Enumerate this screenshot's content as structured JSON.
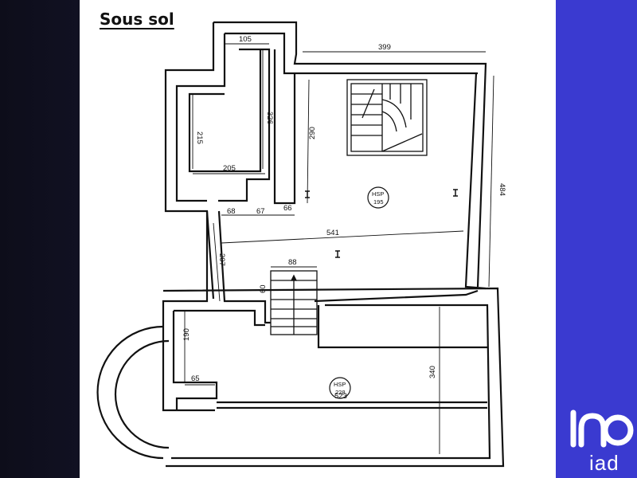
{
  "title": "Sous sol",
  "dimensions": {
    "d105": "105",
    "d399": "399",
    "d326": "326",
    "d215": "215",
    "d205": "205",
    "d290": "290",
    "d484": "484",
    "d68": "68",
    "d67": "67",
    "d66": "66",
    "d541": "541",
    "d207": "207",
    "d88": "88",
    "d60": "60",
    "d190": "190",
    "d65": "65",
    "d523": "523",
    "d340": "340"
  },
  "rooms": {
    "upper": {
      "label": "HSP",
      "value": "195"
    },
    "lower": {
      "label": "HSP",
      "value": "228"
    }
  },
  "brand": {
    "word": "iad"
  }
}
